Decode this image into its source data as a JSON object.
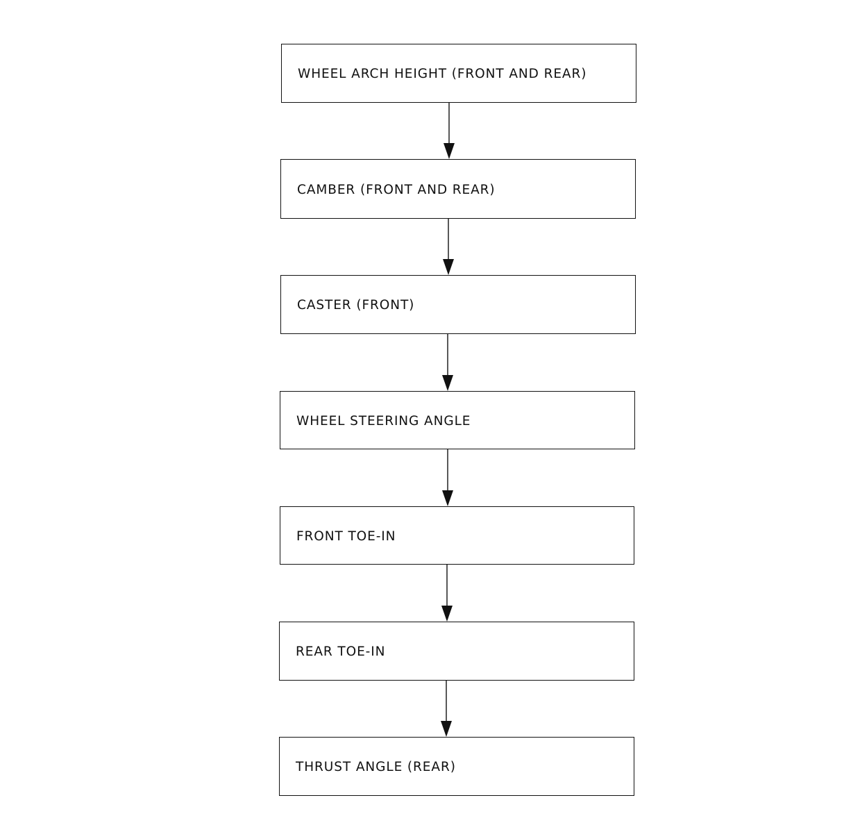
{
  "steps": [
    {
      "label": "WHEEL ARCH HEIGHT (FRONT AND REAR)"
    },
    {
      "label": "CAMBER (FRONT AND REAR)"
    },
    {
      "label": "CASTER (FRONT)"
    },
    {
      "label": "WHEEL STEERING ANGLE"
    },
    {
      "label": "FRONT TOE-IN"
    },
    {
      "label": "REAR TOE-IN"
    },
    {
      "label": "THRUST ANGLE (REAR)"
    }
  ],
  "colors": {
    "stroke": "#111111",
    "background": "#ffffff"
  }
}
